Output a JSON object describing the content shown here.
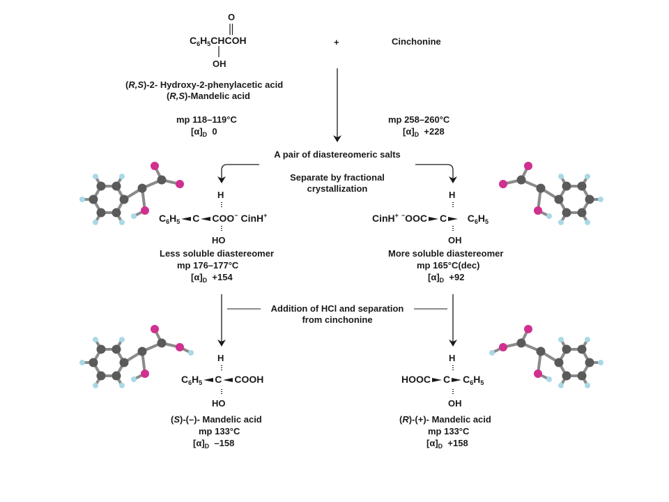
{
  "top": {
    "carbonyl_o": "O",
    "formula_part1": "C",
    "formula_6": "6",
    "formula_h": "H",
    "formula_5": "5",
    "formula_rest": "CHCOH",
    "oh": "OH",
    "plus": "+",
    "cinchonine": "Cinchonine",
    "name_line1_italic": "R,S",
    "name_line1_rest": ")-2- Hydroxy-2-phenylacetic acid",
    "name_line2_italic": "R,S",
    "name_line2_rest": ")-Mandelic acid",
    "left_mp": "mp 118–119°C",
    "left_alpha_value": "0",
    "right_mp": "mp 258–260°C",
    "right_alpha_value": "+228"
  },
  "alpha_symbol": "[α]",
  "alpha_sub": "D",
  "salts_label": "A pair of diastereomeric salts",
  "separate_label_line1": "Separate by fractional",
  "separate_label_line2": "crystallization",
  "left_salt": {
    "h": "H",
    "left_group": "C",
    "left_6": "6",
    "left_h": "H",
    "left_5": "5",
    "c": "C",
    "right_group": "COO",
    "charge": "−",
    "cation": "CinH",
    "cation_charge": "+",
    "bottom": "HO",
    "name": "Less soluble diastereomer",
    "mp": "mp 176–177°C",
    "alpha_value": "+154"
  },
  "right_salt": {
    "h": "H",
    "cation": "CinH",
    "cation_charge": "+",
    "anion_charge": "−",
    "left_group": "OOC",
    "c": "C",
    "right_group": "C",
    "r_6": "6",
    "r_h": "H",
    "r_5": "5",
    "bottom": "OH",
    "name": "More soluble diastereomer",
    "mp": "mp 165°C(dec)",
    "alpha_value": "+92"
  },
  "hcl_label_line1": "Addition of HCl and separation",
  "hcl_label_line2": "from cinchonine",
  "left_acid": {
    "h": "H",
    "left_group": "C",
    "l6": "6",
    "lh": "H",
    "l5": "5",
    "c": "C",
    "right_group": "COOH",
    "bottom": "HO",
    "name_open": "(",
    "name_italic": "S",
    "name_rest": ")-(–)- Mandelic acid",
    "mp": "mp 133°C",
    "alpha_value": "–158"
  },
  "right_acid": {
    "h": "H",
    "left_group": "HOOC",
    "c": "C",
    "right_group": "C",
    "r6": "6",
    "rh": "H",
    "r5": "5",
    "bottom": "OH",
    "name_open": "(",
    "name_italic": "R",
    "name_rest": ")-(+)- Mandelic acid",
    "mp": "mp 133°C",
    "alpha_value": "+158"
  },
  "colors": {
    "carbon": "#5a5a5a",
    "oxygen": "#d0308f",
    "hydrogen": "#a9d8e6",
    "text": "#1a1a1a"
  },
  "molecules": [
    {
      "name": "ball-stick-model-left-salt"
    },
    {
      "name": "ball-stick-model-right-salt"
    },
    {
      "name": "ball-stick-model-s-acid"
    },
    {
      "name": "ball-stick-model-r-acid"
    }
  ]
}
